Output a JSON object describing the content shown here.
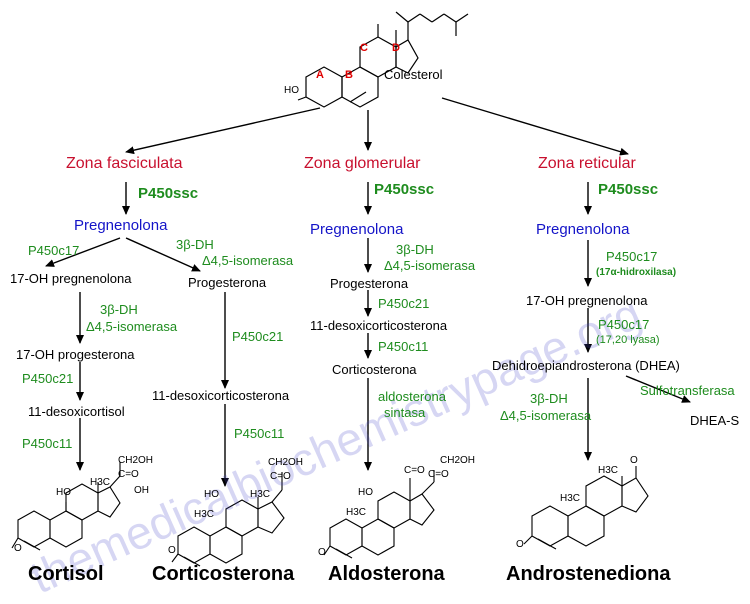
{
  "watermark": "themedicalbiochemistrypage.org",
  "cholesterol": {
    "label": "Colesterol",
    "rings": [
      "A",
      "B",
      "C",
      "D"
    ],
    "ho": "HO"
  },
  "zones": [
    {
      "name": "Zona fasciculata",
      "enzyme": "P450ssc",
      "precursor": "Pregnenolona",
      "left_branch": {
        "enz1": "P450c17",
        "c1": "17-OH pregnenolona",
        "enz2a": "3β-DH",
        "enz2b": "Δ4,5-isomerasa",
        "c2": "17-OH progesterona",
        "enz3": "P450c21",
        "c3": "11-desoxicortisol",
        "enz4": "P450c11",
        "final": "Cortisol"
      },
      "right_branch": {
        "enz1a": "3β-DH",
        "enz1b": "Δ4,5-isomerasa",
        "c1": "Progesterona",
        "enz2": "P450c21",
        "c2": "11-desoxicorticosterona",
        "enz3": "P450c11",
        "final": "Corticosterona"
      }
    },
    {
      "name": "Zona glomerular",
      "enzyme": "P450ssc",
      "precursor": "Pregnenolona",
      "branch": {
        "enz1a": "3β-DH",
        "enz1b": "Δ4,5-isomerasa",
        "c1": "Progesterona",
        "enz2": "P450c21",
        "c2": "11-desoxicorticosterona",
        "enz3": "P450c11",
        "c3": "Corticosterona",
        "enz4a": "aldosterona",
        "enz4b": "sintasa",
        "final": "Aldosterona"
      }
    },
    {
      "name": "Zona reticular",
      "enzyme": "P450ssc",
      "precursor": "Pregnenolona",
      "branch": {
        "enz1": "P450c17",
        "enz1_note": "(17α-hidroxilasa)",
        "c1": "17-OH pregnenolona",
        "enz2": "P450c17",
        "enz2_note": "(17,20 lyasa)",
        "c2": "Dehidroepiandrosterona (DHEA)",
        "side_enz": "Sulfotransferasa",
        "side_product": "DHEA-S",
        "enz3a": "3β-DH",
        "enz3b": "Δ4,5-isomerasa",
        "final": "Androstenediona"
      }
    }
  ],
  "structure_labels": {
    "ho": "HO",
    "h3c": "H3C",
    "ch2oh": "CH2OH",
    "co": "C=O",
    "oh": "OH",
    "o": "O"
  },
  "colors": {
    "zone": "#c8102e",
    "enzyme": "#1e8c1e",
    "precursor": "#1414c8",
    "text": "#000000",
    "ring_label": "#e00000",
    "watermark": "#4646c8"
  }
}
